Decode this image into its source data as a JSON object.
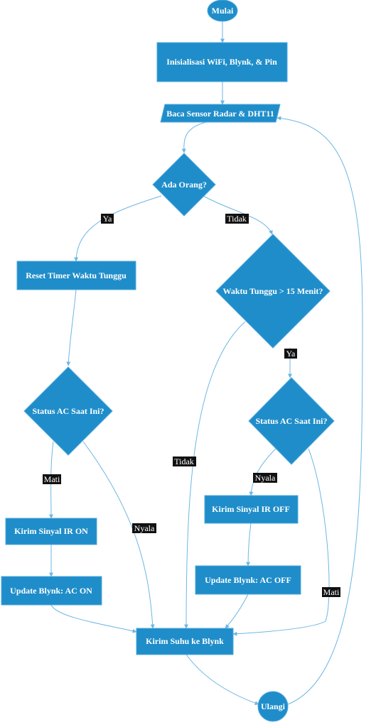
{
  "nodes": {
    "start": "Mulai",
    "init": "Inisialisasi WiFi, Blynk, & Pin",
    "read": "Baca Sensor Radar & DHT11",
    "anyone": "Ada Orang?",
    "reset": "Reset Timer Waktu Tunggu",
    "wait": "Waktu Tunggu > 15 Menit?",
    "status_left": "Status AC Saat Ini?",
    "status_right": "Status AC Saat Ini?",
    "ir_on": "Kirim Sinyal IR ON",
    "ir_off": "Kirim Sinyal IR OFF",
    "update_on": "Update Blynk: AC ON",
    "update_off": "Update Blynk: AC OFF",
    "send_temp": "Kirim Suhu ke Blynk",
    "repeat": "Ulangi"
  },
  "edge_labels": {
    "anyone_yes": "Ya",
    "anyone_no": "Tidak",
    "wait_yes": "Ya",
    "wait_no": "Tidak",
    "left_off": "Mati",
    "left_on": "Nyala",
    "right_on": "Nyala",
    "right_off": "Mati"
  },
  "colors": {
    "node_fill": "#1f8dc9",
    "edge": "#6db6e3",
    "label_bg": "#111111"
  }
}
